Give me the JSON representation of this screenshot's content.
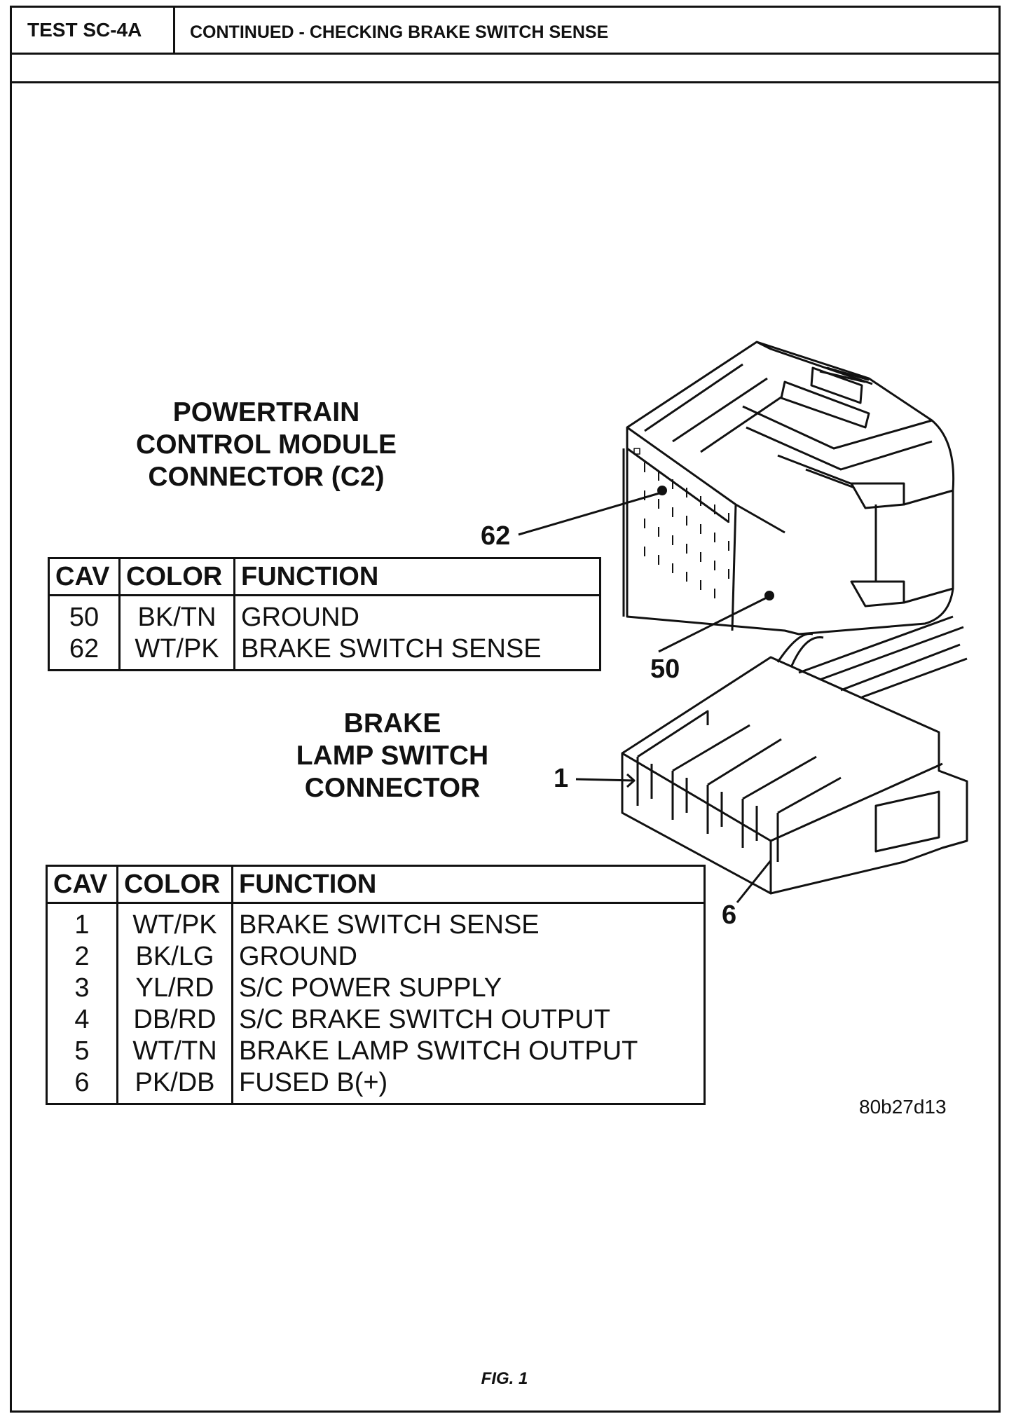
{
  "header": {
    "test_id": "TEST SC-4A",
    "title": "CONTINUED - CHECKING BRAKE SWITCH SENSE"
  },
  "pcm": {
    "heading_lines": [
      "POWERTRAIN",
      "CONTROL MODULE",
      "CONNECTOR (C2)"
    ],
    "callouts": [
      "62",
      "50"
    ],
    "table": {
      "columns": [
        "CAV",
        "COLOR",
        "FUNCTION"
      ],
      "rows": [
        [
          "50",
          "BK/TN",
          "GROUND"
        ],
        [
          "62",
          "WT/PK",
          "BRAKE SWITCH SENSE"
        ]
      ]
    }
  },
  "brake_switch": {
    "heading_lines": [
      "BRAKE",
      "LAMP SWITCH",
      "CONNECTOR"
    ],
    "callouts": [
      "1",
      "6"
    ],
    "table": {
      "columns": [
        "CAV",
        "COLOR",
        "FUNCTION"
      ],
      "rows": [
        [
          "1",
          "WT/PK",
          "BRAKE SWITCH SENSE"
        ],
        [
          "2",
          "BK/LG",
          "GROUND"
        ],
        [
          "3",
          "YL/RD",
          "S/C POWER SUPPLY"
        ],
        [
          "4",
          "DB/RD",
          "S/C BRAKE SWITCH OUTPUT"
        ],
        [
          "5",
          "WT/TN",
          "BRAKE LAMP SWITCH OUTPUT"
        ],
        [
          "6",
          "PK/DB",
          "FUSED B(+)"
        ]
      ]
    }
  },
  "figure_ref": "80b27d13",
  "figure_caption": "FIG. 1"
}
